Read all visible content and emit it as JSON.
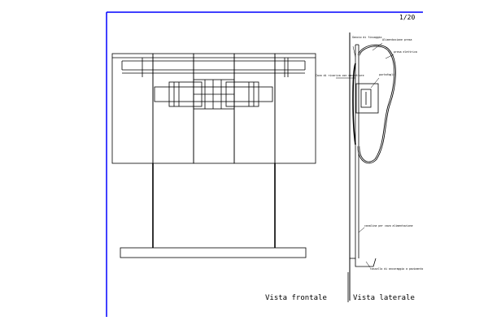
{
  "drawing": {
    "scale": "1/20",
    "front_view_label": "Vista frontale",
    "side_view_label": "Vista laterale",
    "annotations": {
      "top_left": "Gancio di fissaggio",
      "top_right": "Alimentazione presa",
      "right_mid": "presa elettrica",
      "left_side": "Cavo di ricarica con connettore",
      "right_lower": "portafogli",
      "bottom_mid": "canalina per cavo alimentazione",
      "bottom_right": "tassello di ancoraggio a pavimento"
    }
  },
  "colors": {
    "frame": "#0000ff",
    "ink": "#000000"
  }
}
